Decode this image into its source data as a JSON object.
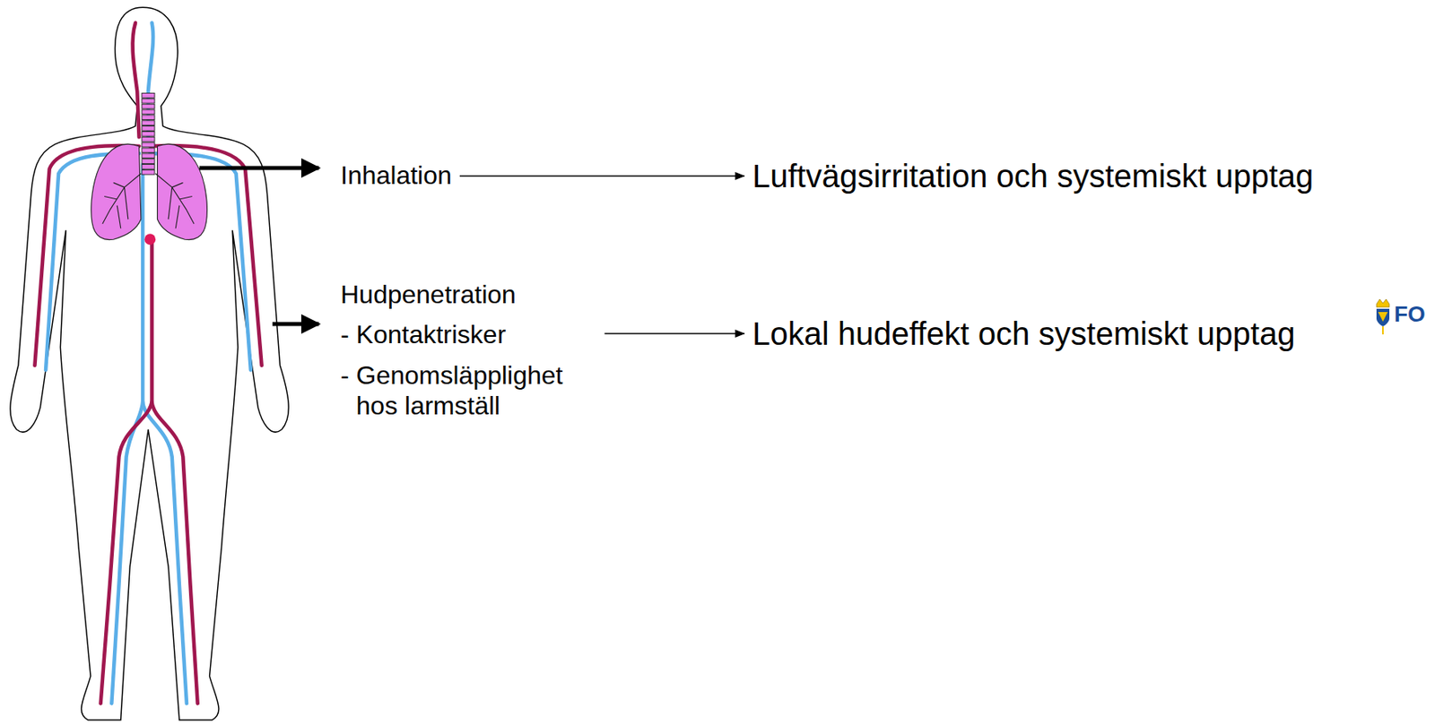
{
  "diagram": {
    "nodes": [
      {
        "text": [
          "Inhalation"
        ]
      },
      {
        "text": [
          "Luftvägsirritation och systemiskt upptag"
        ]
      },
      {
        "text": [
          "Hudpenetration",
          "- Kontaktrisker",
          "- Genomsläpplighet hos larmställ"
        ]
      },
      {
        "text": [
          "Lokal hudeffekt och systemiskt upptag"
        ]
      }
    ],
    "edges": [
      {
        "from": 0,
        "to": 1,
        "arrow": "to"
      },
      {
        "from": 2,
        "to": 3,
        "arrow": "to"
      }
    ],
    "labels": [
      "FO"
    ]
  }
}
